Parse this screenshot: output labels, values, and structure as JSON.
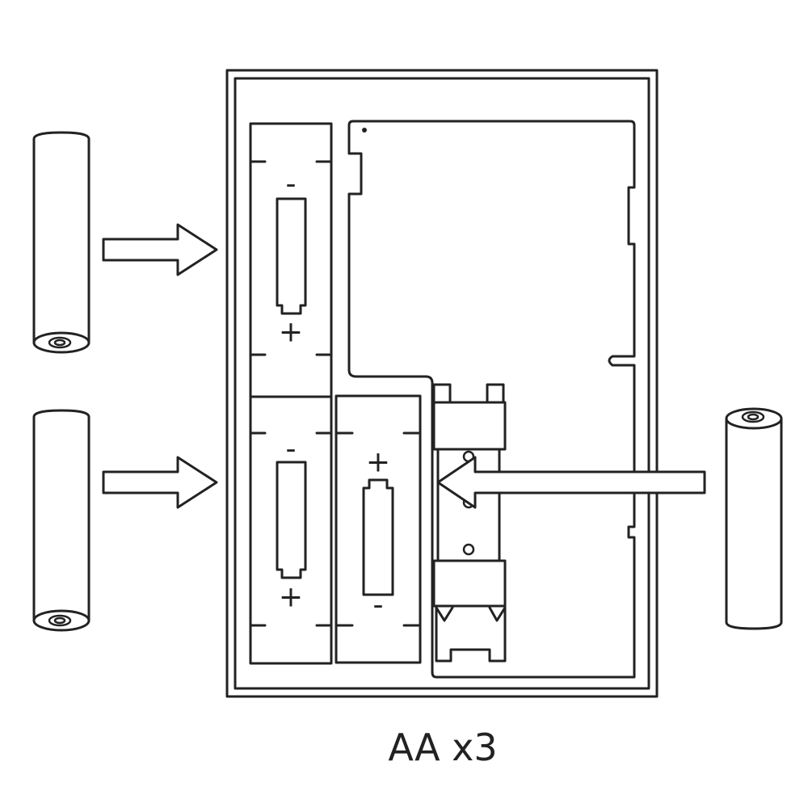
{
  "caption": "AA x3",
  "compartments": [
    {
      "id": "top-left",
      "top_sign": "-",
      "bottom_sign": "+"
    },
    {
      "id": "bottom-left",
      "top_sign": "-",
      "bottom_sign": "+"
    },
    {
      "id": "bottom-middle",
      "top_sign": "+",
      "bottom_sign": "-"
    }
  ],
  "colors": {
    "line": "#222222",
    "background": "#ffffff"
  }
}
